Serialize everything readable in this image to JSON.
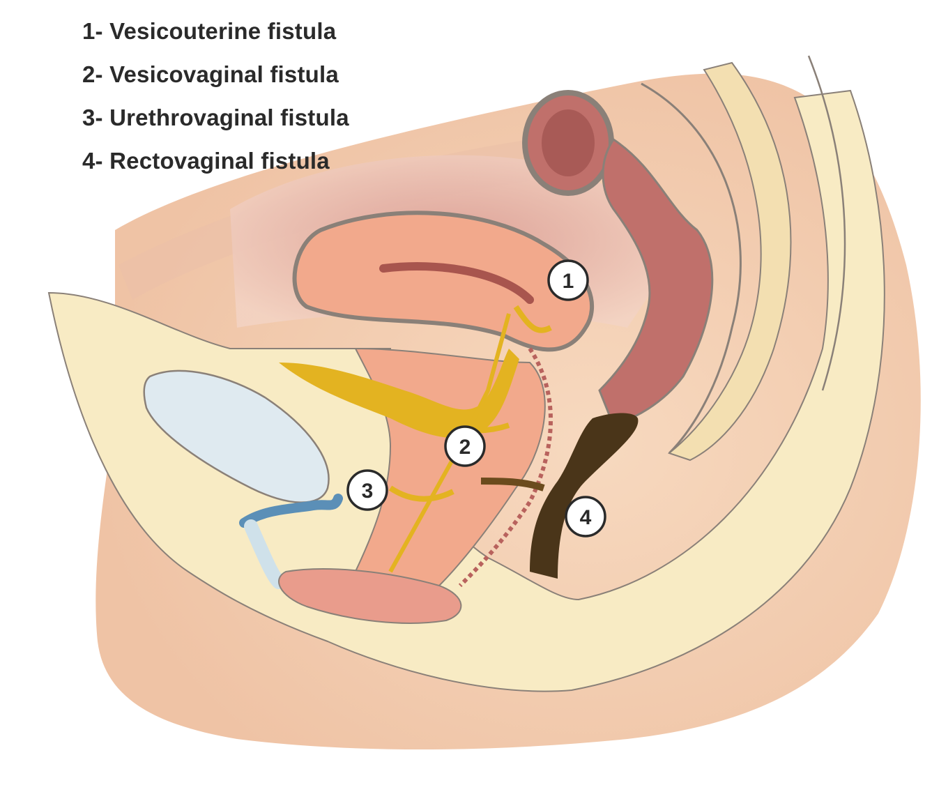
{
  "legend": {
    "items": [
      "1- Vesicouterine fistula",
      "2- Vesicovaginal fistula",
      "3- Urethrovaginal fistula",
      "4- Rectovaginal fistula"
    ]
  },
  "markers": [
    "1",
    "2",
    "3",
    "4"
  ],
  "colors": {
    "skin": "#f6d3b6",
    "skin_shadow": "#e8b699",
    "tissue": "#f8ebc4",
    "organ_pink": "#f2a98c",
    "organ_dark": "#c0706b",
    "bladder": "#dfeaf0",
    "fistula": "#e3b321",
    "rectum_content": "#4a3519",
    "outline": "#8a8078"
  }
}
